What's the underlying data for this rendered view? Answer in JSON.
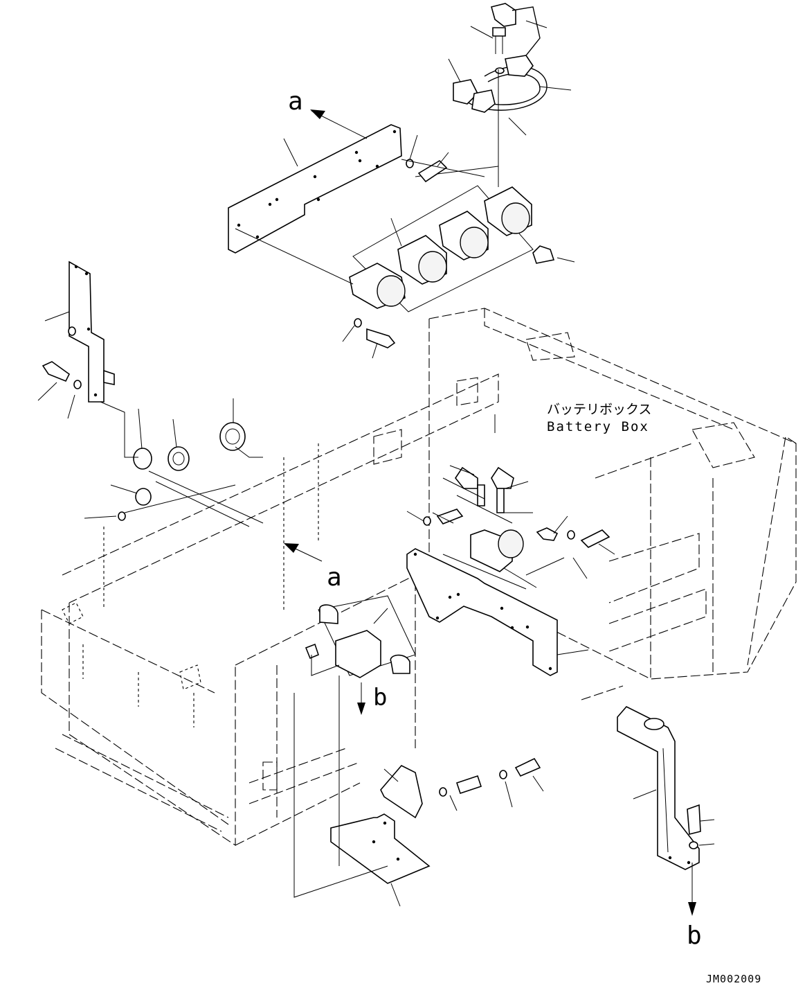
{
  "labels": {
    "ref_a_top": "a",
    "ref_a_mid": "a",
    "ref_b_mid": "b",
    "ref_b_right": "b",
    "battery_box_jp": "バッテリボックス",
    "battery_box_en": "Battery Box",
    "drawing_code": "JM002009"
  }
}
